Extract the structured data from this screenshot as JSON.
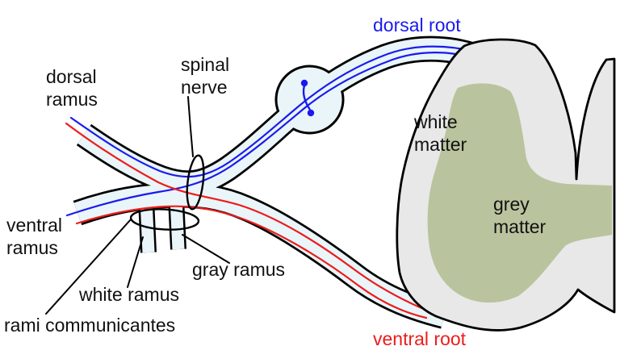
{
  "figure_subject": "spinal nerve cross-section diagram",
  "colors": {
    "background": "#ffffff",
    "outline": "#000000",
    "nerve_fill": "#e9f5f9",
    "cord_fill": "#e8e8e8",
    "grey_matter_fill": "#b9c49e",
    "dorsal_blue": "#1a1aee",
    "ventral_red": "#ee1b1b",
    "label_text": "#111111"
  },
  "labels": {
    "dorsal_root": {
      "text": "dorsal root",
      "color": "#1a1aee"
    },
    "spinal_nerve": {
      "text": "spinal\nnerve",
      "color": "#111111"
    },
    "dorsal_ramus": {
      "text": "dorsal\nramus",
      "color": "#111111"
    },
    "white_matter": {
      "text": "white\nmatter",
      "color": "#111111"
    },
    "grey_matter": {
      "text": "grey\nmatter",
      "color": "#111111"
    },
    "ventral_ramus": {
      "text": "ventral\nramus",
      "color": "#111111"
    },
    "gray_ramus": {
      "text": "gray ramus",
      "color": "#111111"
    },
    "white_ramus": {
      "text": "white ramus",
      "color": "#111111"
    },
    "rami_communicantes": {
      "text": "rami communicantes",
      "color": "#111111"
    },
    "ventral_root": {
      "text": "ventral root",
      "color": "#ee1b1b"
    }
  }
}
